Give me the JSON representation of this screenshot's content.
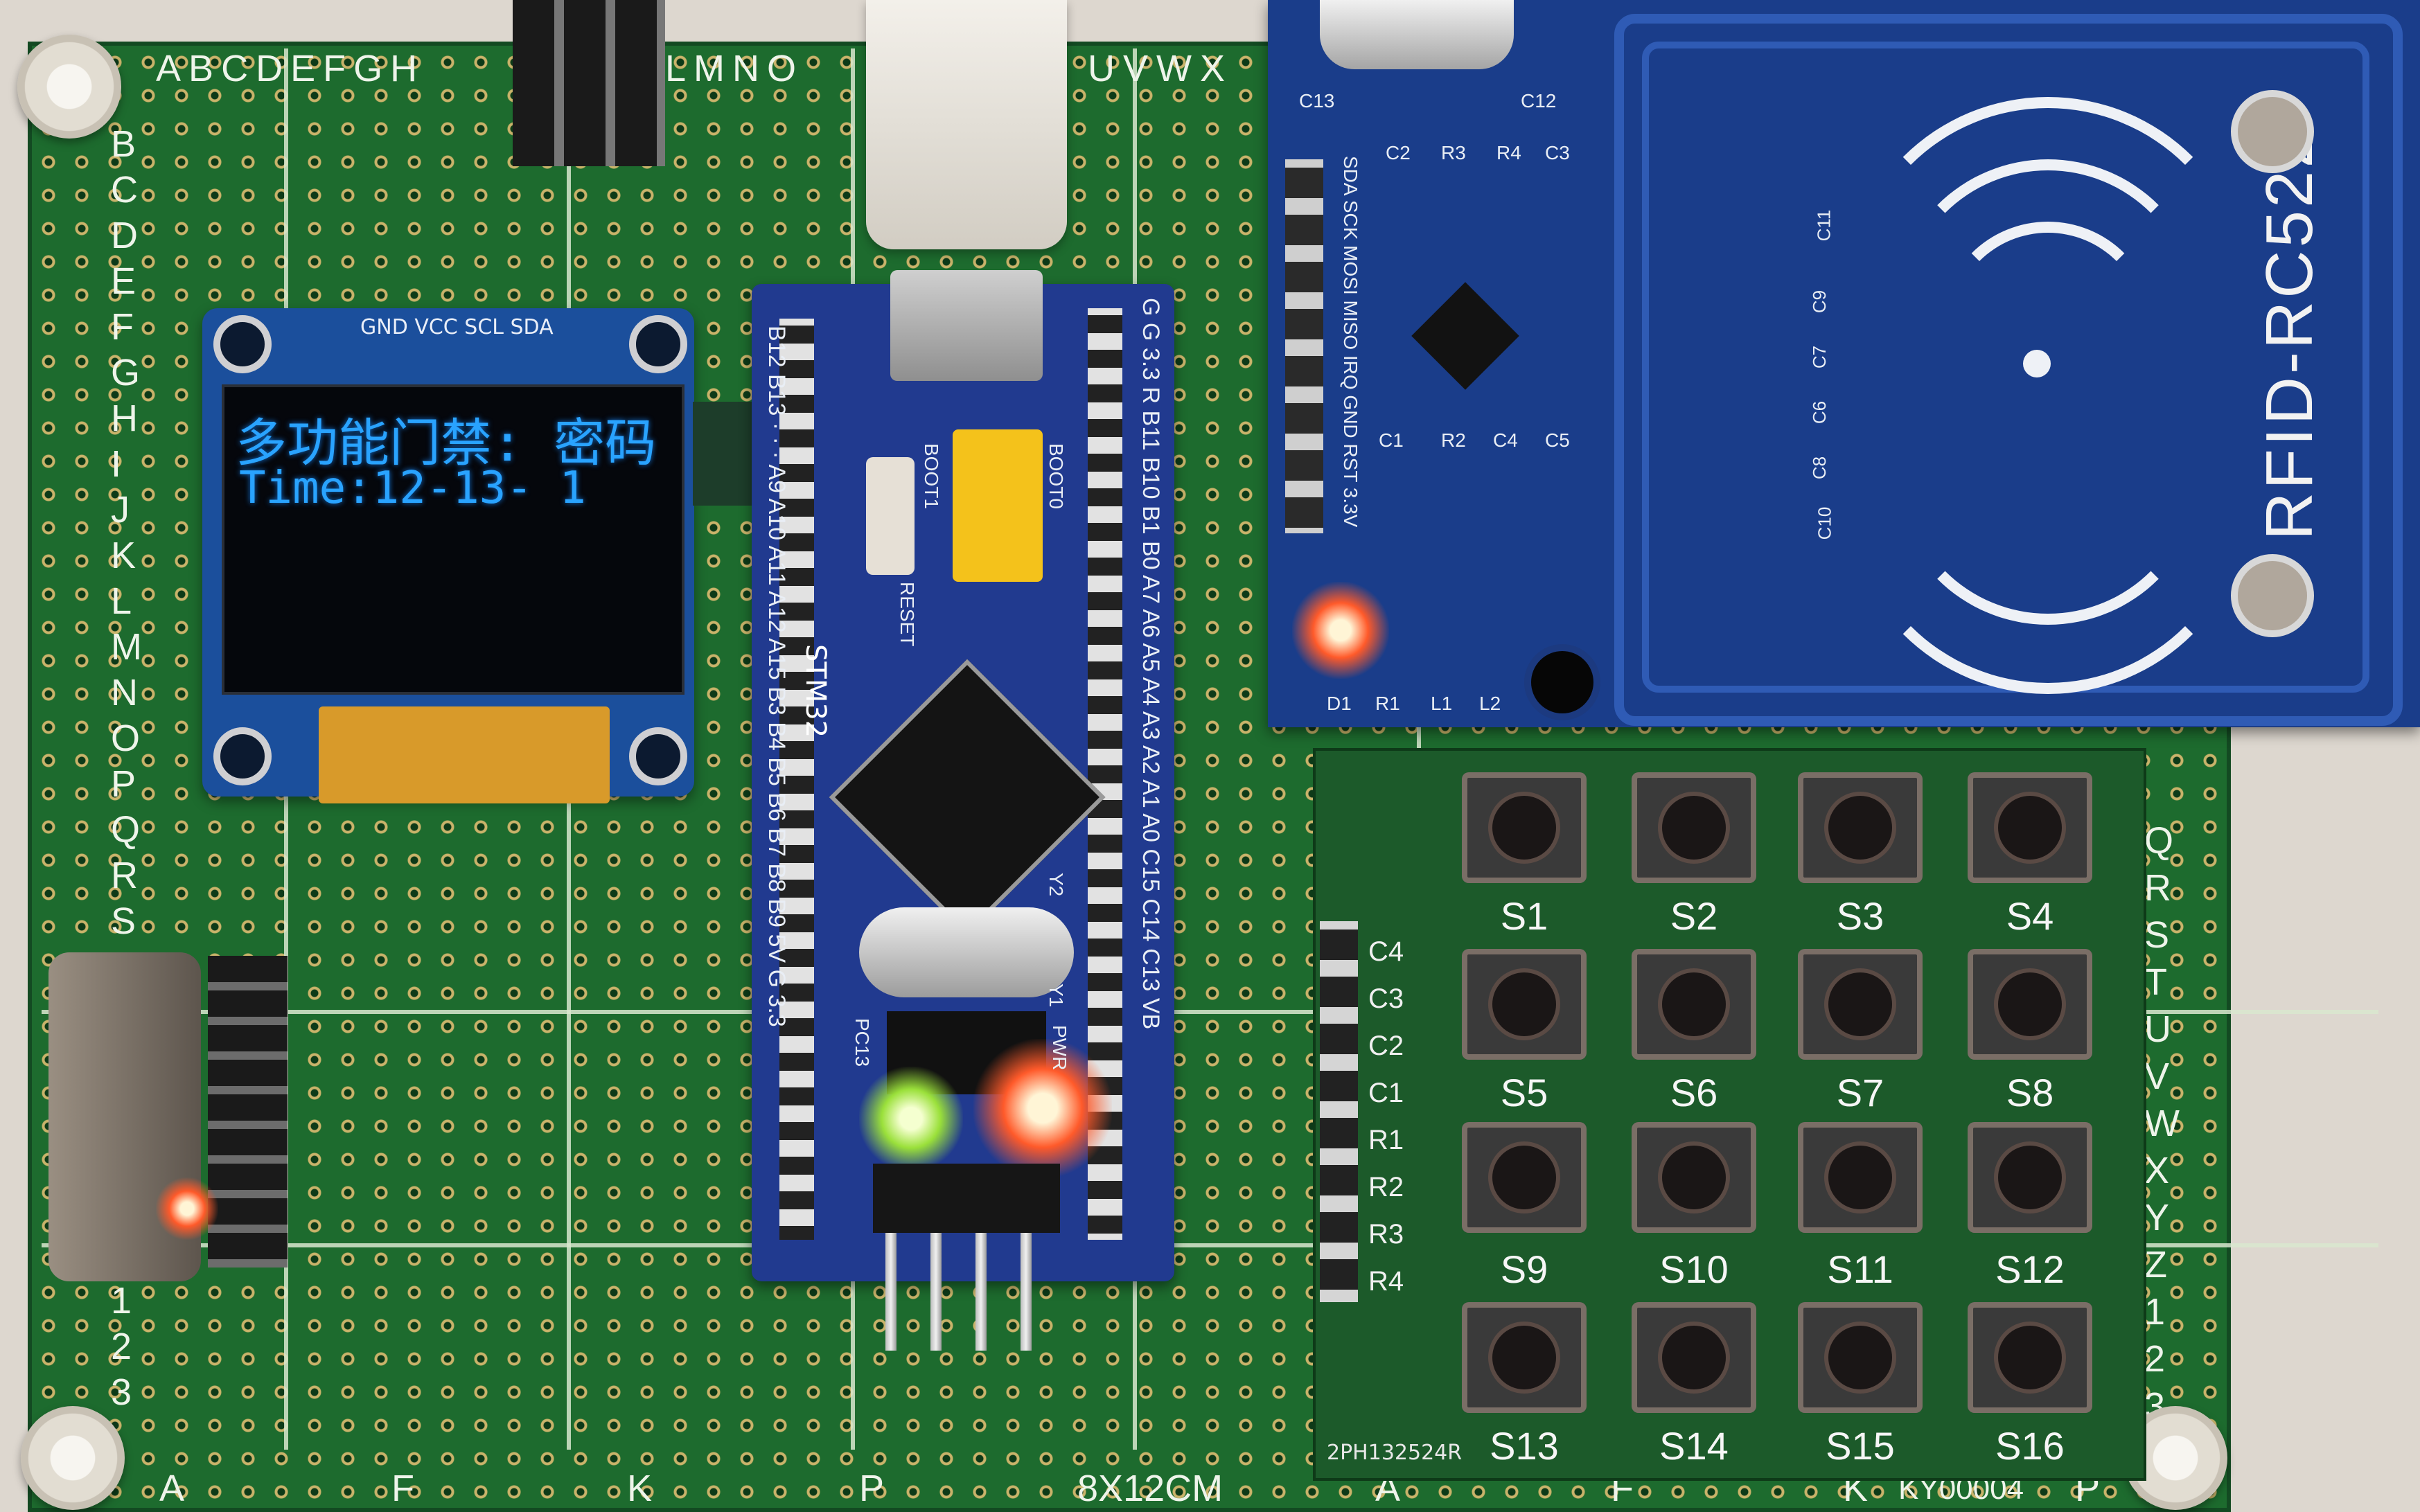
{
  "board": {
    "top_letters": [
      "A",
      "B",
      "C",
      "D",
      "E",
      "F",
      "G",
      "H",
      "L",
      "M",
      "N",
      "O",
      "U",
      "V",
      "W",
      "X"
    ],
    "left_letters": [
      "B",
      "C",
      "D",
      "E",
      "F",
      "G",
      "H",
      "I",
      "J",
      "K",
      "L",
      "M",
      "N",
      "O",
      "P",
      "Q",
      "R",
      "S",
      "1",
      "2",
      "3"
    ],
    "bottom_labels": [
      "A",
      "F",
      "K",
      "P",
      "8X12CM",
      "A",
      "F",
      "K",
      "KY00004",
      "P"
    ],
    "right_letters": [
      "Q",
      "R",
      "S",
      "T",
      "U",
      "V",
      "W",
      "X",
      "Y",
      "Z",
      "1",
      "2",
      "3"
    ]
  },
  "oled": {
    "pins": "GND VCC SCL SDA",
    "line1": "多功能门禁: 密码",
    "line2": "Time:12-13- 1"
  },
  "stm32": {
    "name": "STM32",
    "reset": "RESET",
    "boot0": "BOOT0",
    "boot1": "BOOT1",
    "pc13": "PC13",
    "pwr": "PWR",
    "y1": "Y1",
    "y2": "Y2",
    "left_pins": [
      "B12",
      "B13",
      "A9",
      "A10",
      "A11",
      "A12",
      "A15",
      "B3",
      "B4",
      "B5",
      "B6",
      "B7",
      "B8",
      "B9",
      "5V",
      "G",
      "3.3"
    ],
    "right_pins": [
      "G",
      "G",
      "3.3",
      "R",
      "B11",
      "B10",
      "B1",
      "B0",
      "A7",
      "A6",
      "A5",
      "A4",
      "A3",
      "A2",
      "A1",
      "A0",
      "C15",
      "C14",
      "C13",
      "VB"
    ]
  },
  "rfid": {
    "label": "RFID-RC522",
    "pins": [
      "SDA",
      "SCK",
      "MOSI",
      "MISO",
      "IRQ",
      "GND",
      "RST",
      "3.3V"
    ],
    "parts": [
      "C13",
      "C12",
      "C2",
      "R3",
      "R4",
      "C3",
      "C1",
      "R2",
      "C4",
      "C5",
      "C11",
      "C9",
      "C7",
      "C6",
      "C8",
      "C10",
      "D1",
      "R1",
      "L1",
      "L2"
    ]
  },
  "keypad": {
    "keys": [
      "S1",
      "S2",
      "S3",
      "S4",
      "S5",
      "S6",
      "S7",
      "S8",
      "S9",
      "S10",
      "S11",
      "S12",
      "S13",
      "S14",
      "S15",
      "S16"
    ],
    "pins": [
      "C4",
      "C3",
      "C2",
      "C1",
      "R1",
      "R2",
      "R3",
      "R4"
    ],
    "code": "2PH132524R"
  },
  "colors": {
    "pcb_green": "#1d6b2e",
    "module_blue": "#1b4f9c",
    "oled_text": "#29a3ff",
    "led_red": "#ff5a2a",
    "led_green": "#9ae03a"
  }
}
